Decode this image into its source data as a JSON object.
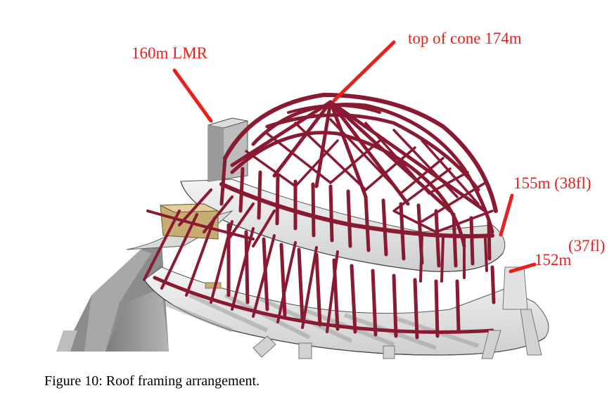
{
  "annotations": {
    "top_of_cone": "top of cone 174m",
    "lmr": "160m LMR",
    "level_155": "155m  (38fl)",
    "level_37": "(37fl)",
    "level_152": "152m"
  },
  "caption": "Figure 10: Roof framing arrangement.",
  "colors": {
    "annotation": "#e8201e",
    "steel_frame": "#8a1a32",
    "slab": "#e6e6e6",
    "shadow": "#9a9a9a",
    "plant_room": "#c8ad72"
  }
}
